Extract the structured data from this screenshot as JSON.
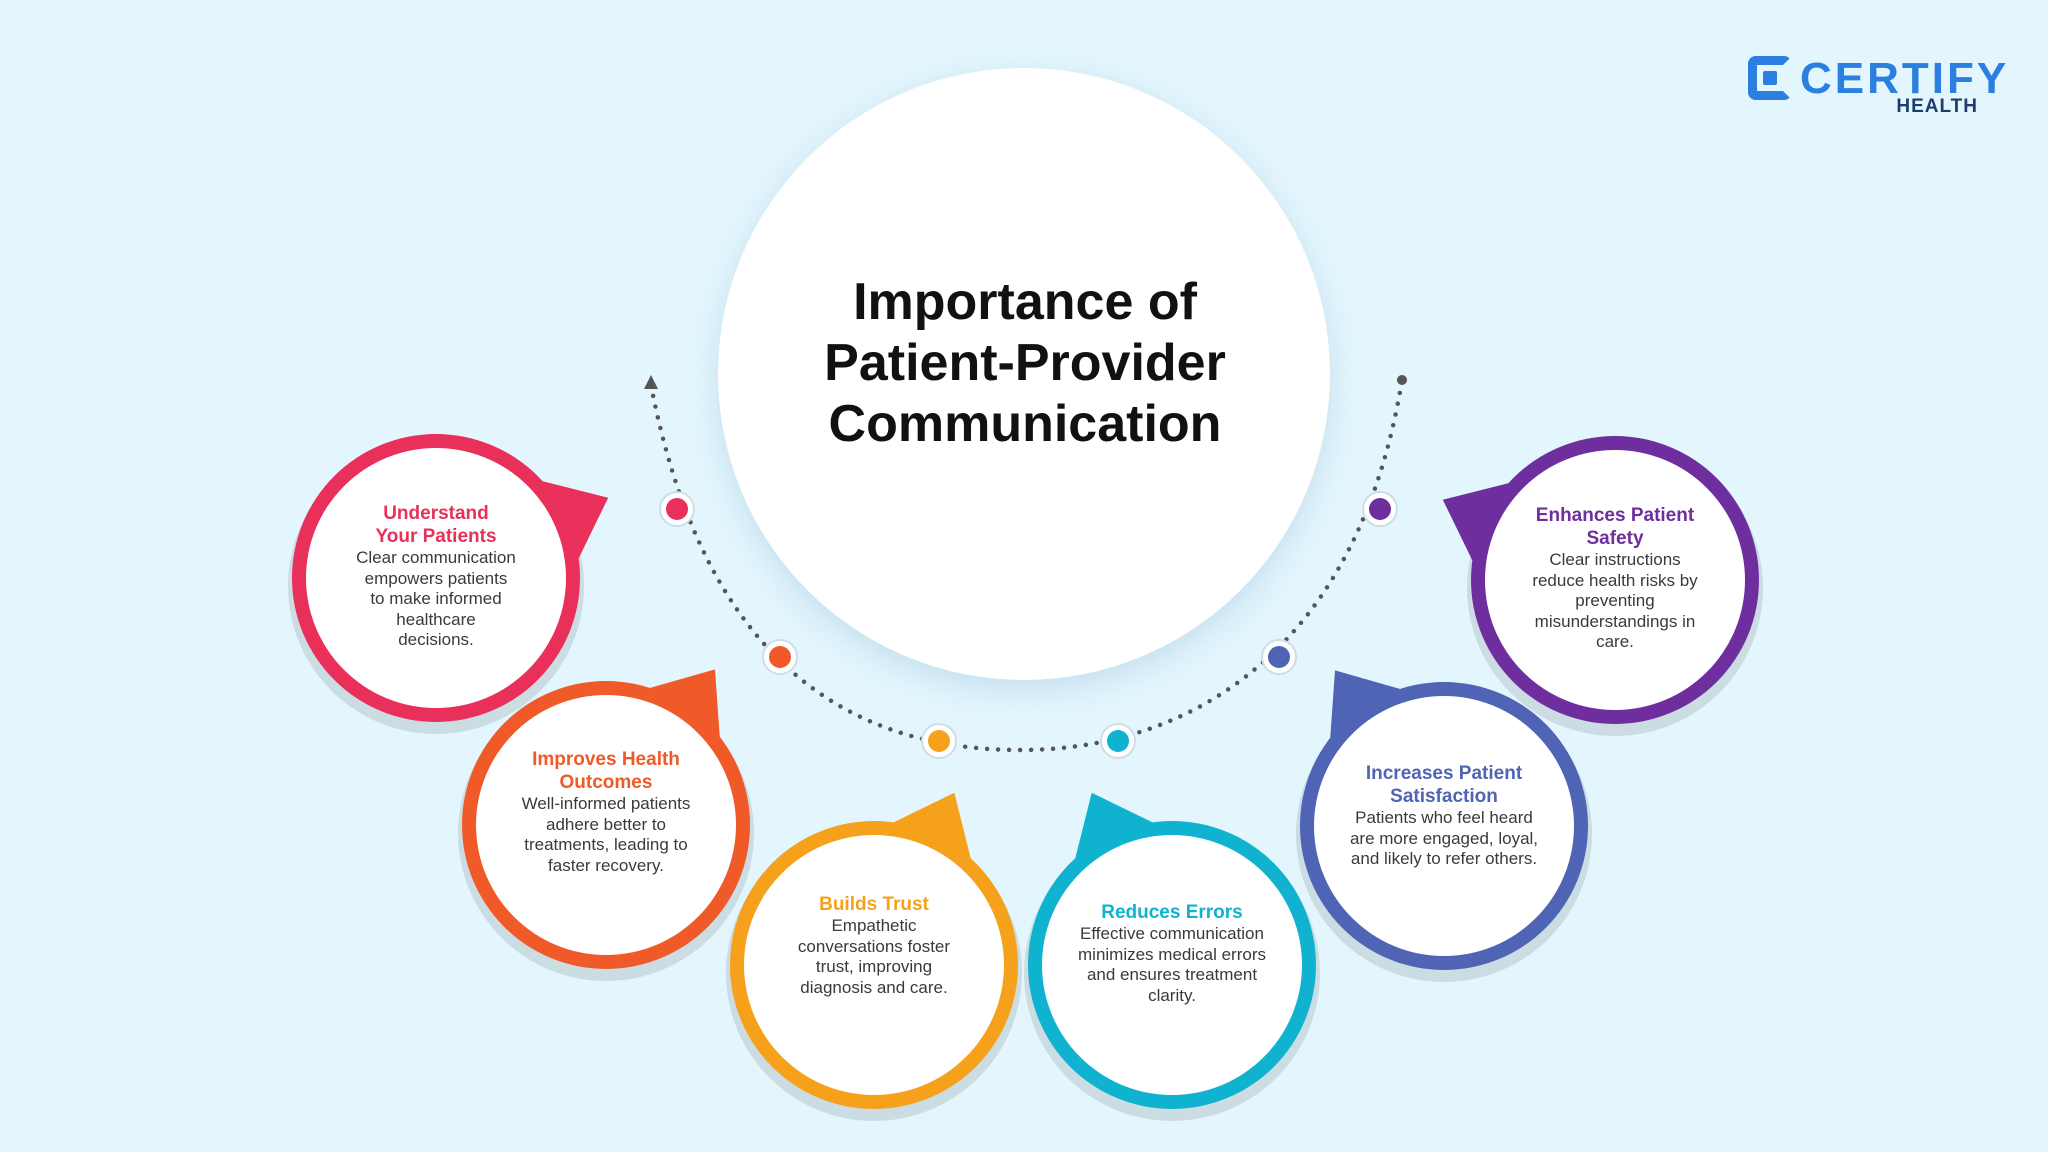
{
  "title_lines": [
    "Importance of",
    "Patient-Provider",
    "Communication"
  ],
  "logo": {
    "word": "CERTIFY",
    "sub": "HEALTH",
    "color": "#2a7fe0"
  },
  "items": [
    {
      "title_lines": [
        "Understand",
        "Your Patients"
      ],
      "desc_lines": [
        "Clear communication",
        "empowers patients",
        "to make informed",
        "healthcare",
        "decisions."
      ],
      "color": "#e8305a"
    },
    {
      "title_lines": [
        "Improves Health",
        "Outcomes"
      ],
      "desc_lines": [
        "Well-informed patients",
        "adhere better to",
        "treatments, leading to",
        "faster recovery."
      ],
      "color": "#f05a28"
    },
    {
      "title_lines": [
        "Builds Trust"
      ],
      "desc_lines": [
        "Empathetic",
        "conversations foster",
        "trust, improving",
        "diagnosis and care."
      ],
      "color": "#f5a11c"
    },
    {
      "title_lines": [
        "Reduces Errors"
      ],
      "desc_lines": [
        "Effective communication",
        "minimizes medical errors",
        "and ensures treatment",
        "clarity."
      ],
      "color": "#0fb3cf"
    },
    {
      "title_lines": [
        "Increases Patient",
        "Satisfaction"
      ],
      "desc_lines": [
        "Patients who feel heard",
        "are more engaged, loyal,",
        "and likely to refer others."
      ],
      "color": "#4f64b5"
    },
    {
      "title_lines": [
        "Enhances Patient",
        "Safety"
      ],
      "desc_lines": [
        "Clear instructions",
        "reduce health risks by",
        "preventing",
        "misunderstandings in",
        "care."
      ],
      "color": "#6e2e9e"
    }
  ]
}
